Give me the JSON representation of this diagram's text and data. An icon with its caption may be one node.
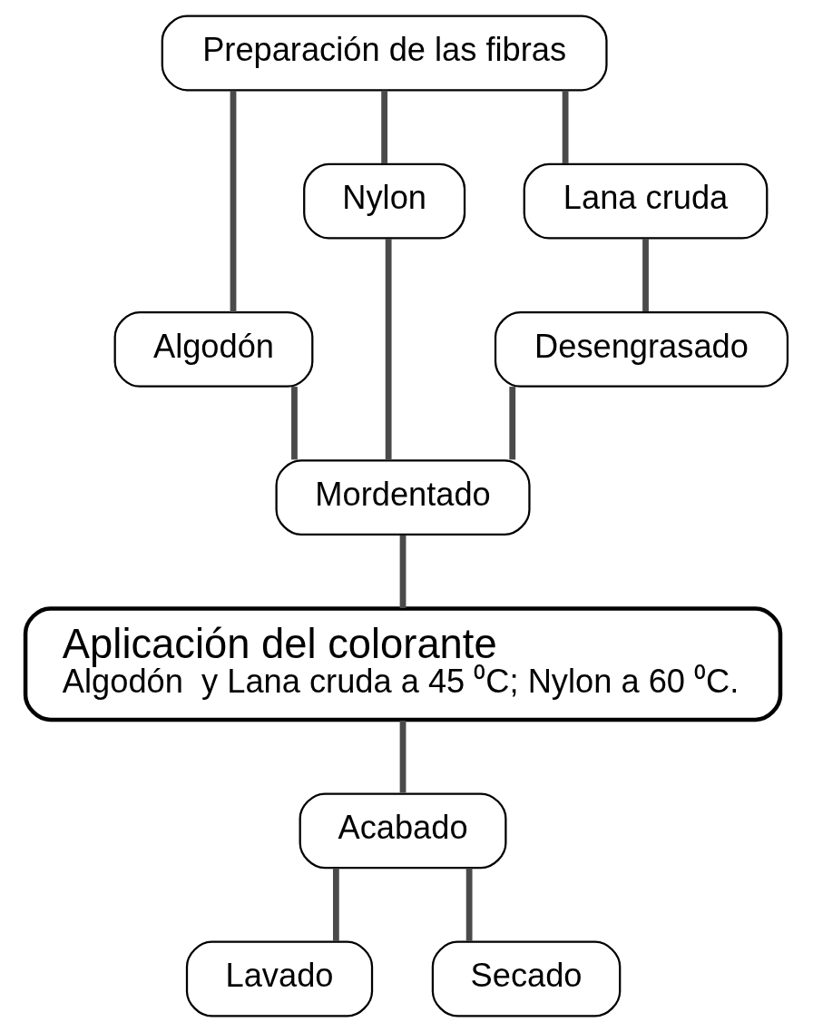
{
  "diagram": {
    "nodes": [
      {
        "text": [
          "Preparación de las fibras"
        ]
      },
      {
        "text": [
          "Algodón"
        ]
      },
      {
        "text": [
          "Nylon"
        ]
      },
      {
        "text": [
          "Lana cruda"
        ]
      },
      {
        "text": [
          "Desengrasado"
        ]
      },
      {
        "text": [
          "Mordentado"
        ]
      },
      {
        "text": [
          "Aplicación del colorante",
          "Algodón  y Lana cruda a 45 ⁰C; Nylon a 60 ⁰C."
        ]
      },
      {
        "text": [
          "Acabado"
        ]
      },
      {
        "text": [
          "Lavado"
        ]
      },
      {
        "text": [
          "Secado"
        ]
      }
    ],
    "edges": [
      {
        "from": 0,
        "to": 1,
        "arrow": "none"
      },
      {
        "from": 0,
        "to": 2,
        "arrow": "none"
      },
      {
        "from": 0,
        "to": 3,
        "arrow": "none"
      },
      {
        "from": 3,
        "to": 4,
        "arrow": "none"
      },
      {
        "from": 1,
        "to": 5,
        "arrow": "none"
      },
      {
        "from": 2,
        "to": 5,
        "arrow": "none"
      },
      {
        "from": 4,
        "to": 5,
        "arrow": "none"
      },
      {
        "from": 5,
        "to": 6,
        "arrow": "none"
      },
      {
        "from": 6,
        "to": 7,
        "arrow": "none"
      },
      {
        "from": 7,
        "to": 8,
        "arrow": "none"
      },
      {
        "from": 7,
        "to": 9,
        "arrow": "none"
      }
    ]
  }
}
